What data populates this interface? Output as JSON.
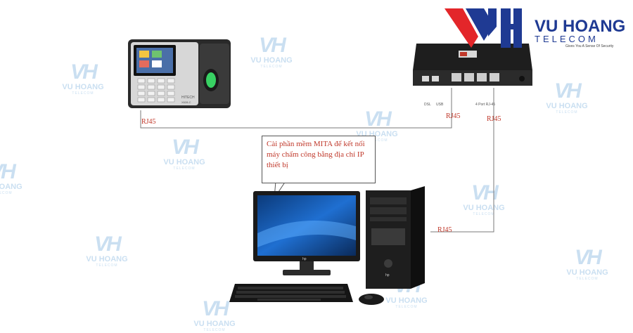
{
  "brand": {
    "name": "VU HOANG",
    "subname": "TELECOM",
    "slogan": "Gives You A Sense Of Security",
    "colors": {
      "red": "#e3262a",
      "blue": "#1f3a93",
      "watermark": "#9fc6e6"
    }
  },
  "watermark": {
    "mark": "VH",
    "line1": "VU HOANG",
    "line2": "TELECOM"
  },
  "links": {
    "rj45_label": "RJ45"
  },
  "callout": {
    "text": "Cài phần mềm MITA để kết nối máy chấm công bằng địa chỉ IP thiết bị"
  },
  "devices": {
    "attendance": {
      "brand_text": "HITECH",
      "model_text": "X628-C"
    },
    "switch": {
      "port_dsl": "DSL",
      "port_usb": "USB",
      "ports_label": "4 Port RJ-45"
    },
    "monitor": {
      "brand_text": "hp"
    },
    "tower": {
      "brand_text": "hp"
    }
  }
}
